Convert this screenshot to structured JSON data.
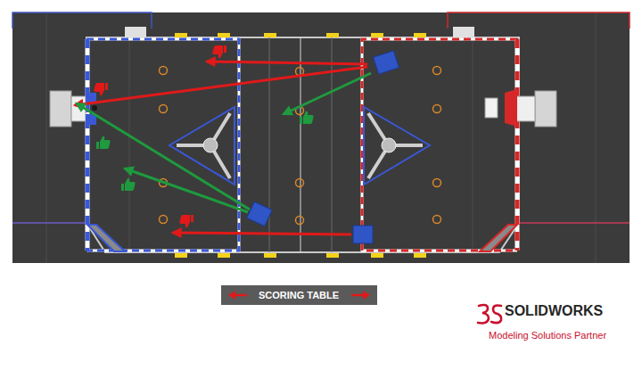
{
  "diagram": {
    "nodes": [
      {
        "text": [
          "SCORING TABLE"
        ]
      }
    ],
    "labels": [
      "SOLIDWORKS",
      "Modeling Solutions Partner"
    ]
  }
}
